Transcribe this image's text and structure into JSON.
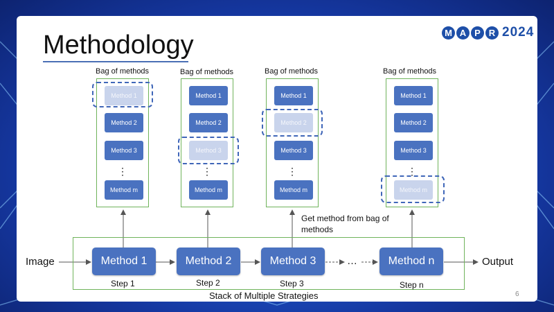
{
  "slide": {
    "title": "Methodology",
    "page_number": "6",
    "logo": {
      "letters": [
        "M",
        "A",
        "P",
        "R"
      ],
      "year": "2024"
    }
  },
  "diagram": {
    "bags": [
      {
        "label": "Bag of methods",
        "items": [
          "Method 1",
          "Method 2",
          "Method 3",
          "⋮",
          "Method m"
        ],
        "selected": "Method 1"
      },
      {
        "label": "Bag of methods",
        "items": [
          "Method 1",
          "Method 2",
          "Method 3",
          "⋮",
          "Method m"
        ],
        "selected": "Method 3"
      },
      {
        "label": "Bag of methods",
        "items": [
          "Method 1",
          "Method 2",
          "Method 3",
          "⋮",
          "Method m"
        ],
        "selected": "Method 2"
      },
      {
        "label": "Bag of methods",
        "items": [
          "Method 1",
          "Method 2",
          "Method 3",
          "⋮",
          "Method m"
        ],
        "selected": "Method m"
      }
    ],
    "get_method_label": "Get method from bag of methods",
    "input_label": "Image",
    "output_label": "Output",
    "ellipsis": "…",
    "stack_label": "Stack of Multiple Strategies",
    "steps": [
      {
        "method": "Method 1",
        "label": "Step 1"
      },
      {
        "method": "Method 2",
        "label": "Step 2"
      },
      {
        "method": "Method 3",
        "label": "Step 3"
      },
      {
        "method": "Method n",
        "label": "Step n"
      }
    ],
    "colors": {
      "method_box": "#4a72c0",
      "faded_box": "#c9d4ec",
      "frame": "#6fb35a",
      "highlight": "#3f66b8"
    }
  }
}
